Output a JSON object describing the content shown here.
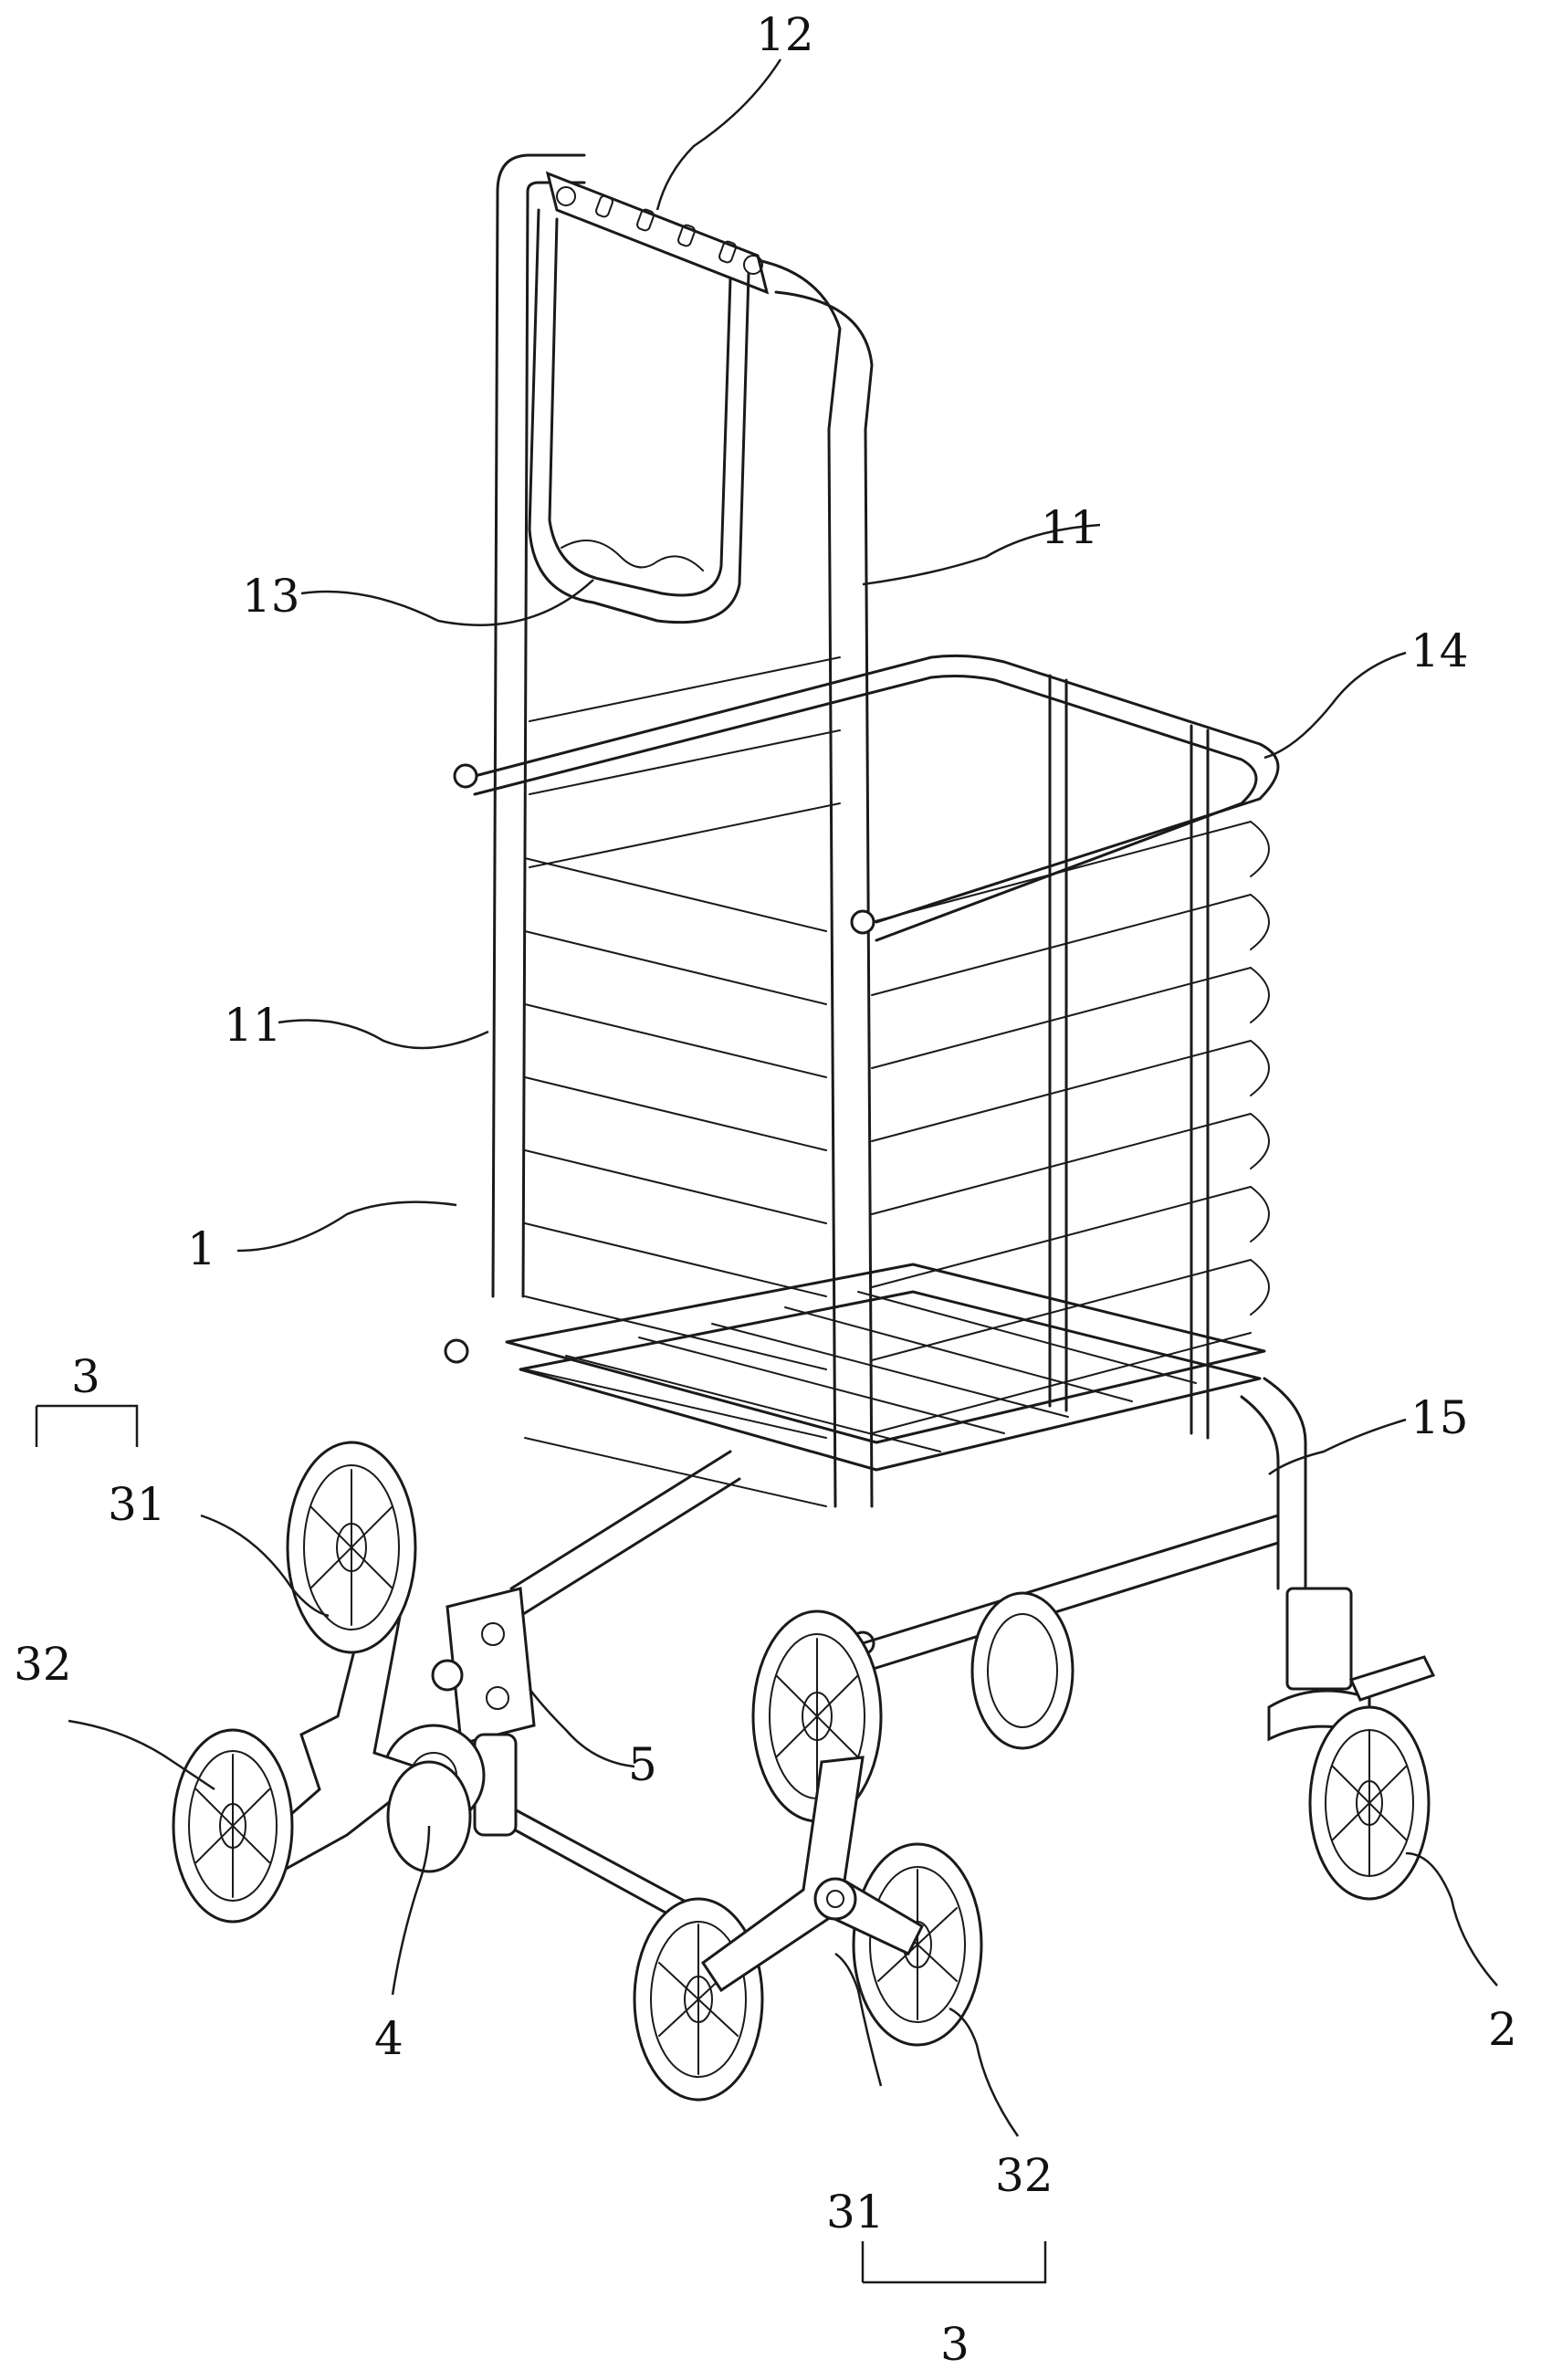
{
  "labels": {
    "handle_top": "12",
    "grip": "13",
    "frame_tube_right": "11",
    "frame_tube_left": "11",
    "basket": "14",
    "frame": "1",
    "bottom_tray": "15",
    "wheel_group_left": "3",
    "wheel_bracket_left": "31",
    "wheel_left": "32",
    "connector_5": "5",
    "connector_4": "4",
    "caster": "2",
    "wheel_group_bottom": "3",
    "wheel_bracket_bottom": "31",
    "wheel_bottom": "32"
  },
  "colors": {
    "line": "#1a1a1a",
    "background": "#ffffff"
  }
}
